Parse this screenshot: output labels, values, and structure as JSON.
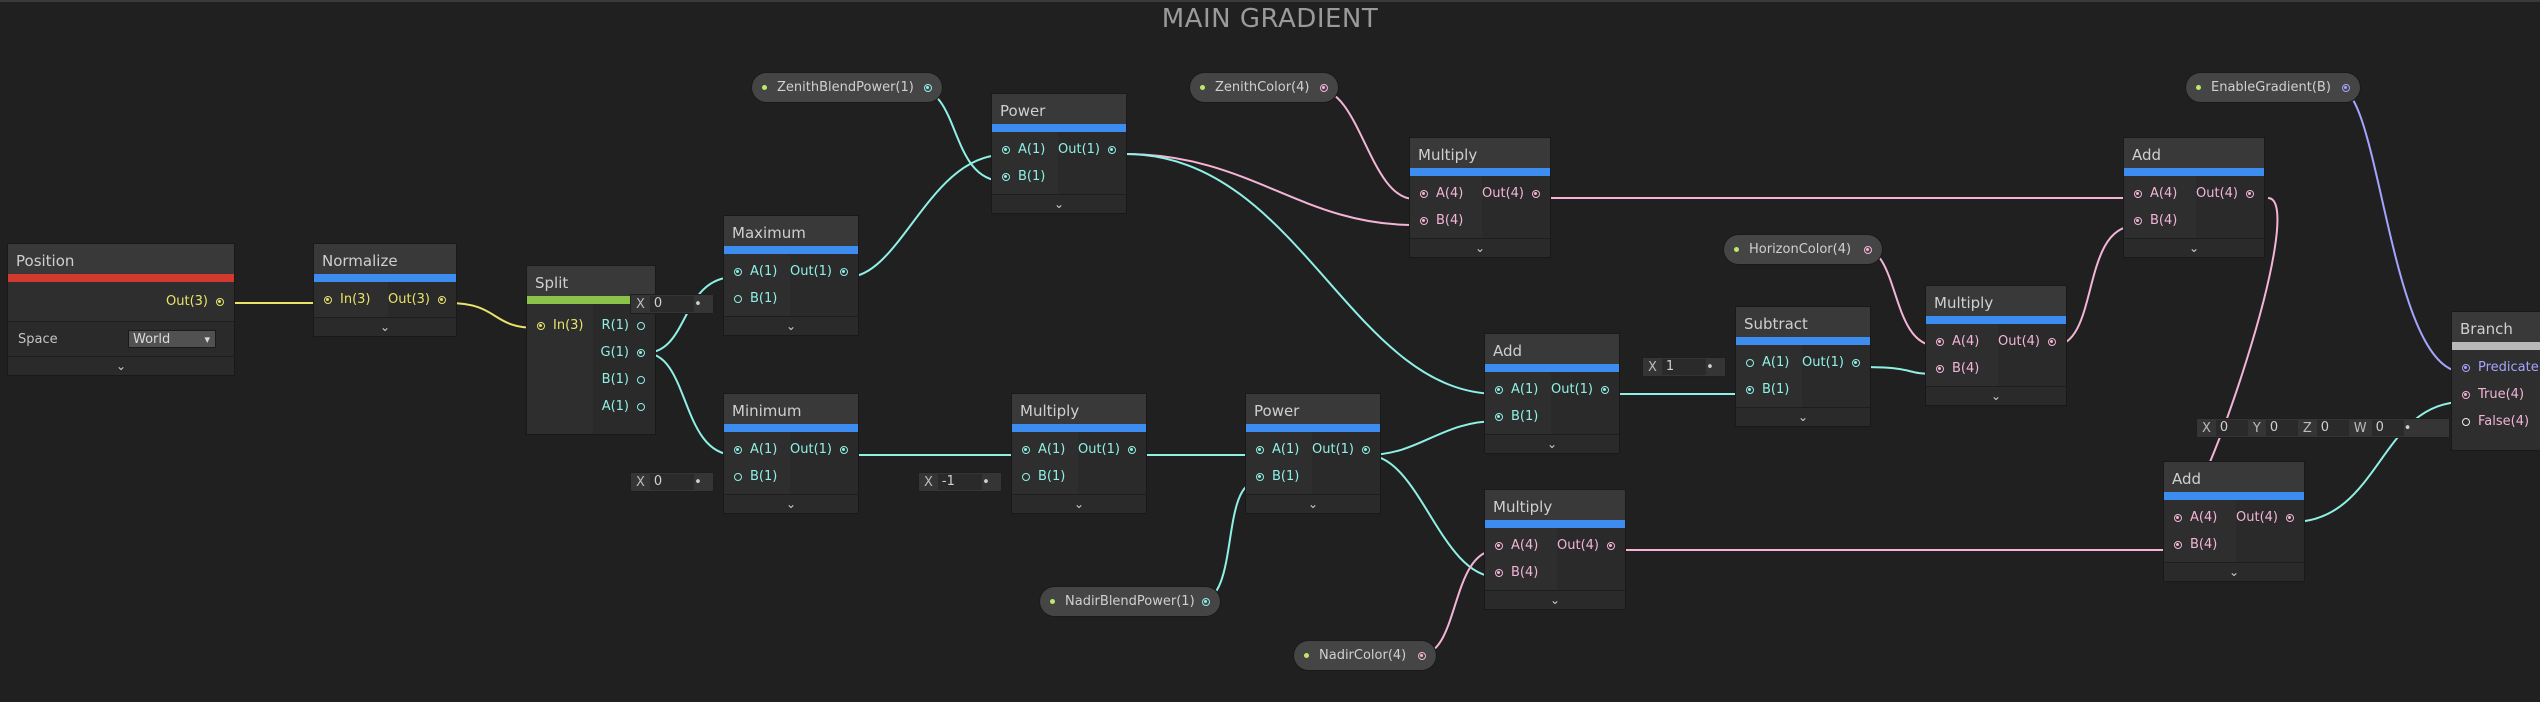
{
  "graph": {
    "title": "MAIN GRADIENT"
  },
  "colors": {
    "yellow": "#e9e36a",
    "cyan": "#8ff0e6",
    "pink": "#f3b4d8",
    "violet": "#a4a4ff",
    "red_bar": "#d23a2f",
    "green_bar": "#8bc34a",
    "blue_bar": "#3d8cf0",
    "gray_bar": "#b8b8b8"
  },
  "footer_icon": "chevron-down-icon",
  "nodes": {
    "position": {
      "title": "Position",
      "out": "Out(3)",
      "space_label": "Space",
      "space_value": "World"
    },
    "normalize": {
      "title": "Normalize",
      "in": "In(3)",
      "out": "Out(3)"
    },
    "split": {
      "title": "Split",
      "in": "In(3)",
      "r": "R(1)",
      "g": "G(1)",
      "b": "B(1)",
      "a": "A(1)"
    },
    "maximum": {
      "title": "Maximum",
      "a": "A(1)",
      "b": "B(1)",
      "out": "Out(1)"
    },
    "minimum": {
      "title": "Minimum",
      "a": "A(1)",
      "b": "B(1)",
      "out": "Out(1)"
    },
    "power_top": {
      "title": "Power",
      "a": "A(1)",
      "b": "B(1)",
      "out": "Out(1)"
    },
    "multiply_mid": {
      "title": "Multiply",
      "a": "A(1)",
      "b": "B(1)",
      "out": "Out(1)"
    },
    "power_bottom": {
      "title": "Power",
      "a": "A(1)",
      "b": "B(1)",
      "out": "Out(1)"
    },
    "multiply_zenith": {
      "title": "Multiply",
      "a": "A(4)",
      "b": "B(4)",
      "out": "Out(4)"
    },
    "add_mid": {
      "title": "Add",
      "a": "A(1)",
      "b": "B(1)",
      "out": "Out(1)"
    },
    "multiply_nadir": {
      "title": "Multiply",
      "a": "A(4)",
      "b": "B(4)",
      "out": "Out(4)"
    },
    "subtract": {
      "title": "Subtract",
      "a": "A(1)",
      "b": "B(1)",
      "out": "Out(1)"
    },
    "multiply_horizon": {
      "title": "Multiply",
      "a": "A(4)",
      "b": "B(4)",
      "out": "Out(4)"
    },
    "add_top": {
      "title": "Add",
      "a": "A(4)",
      "b": "B(4)",
      "out": "Out(4)"
    },
    "add_bottom": {
      "title": "Add",
      "a": "A(4)",
      "b": "B(4)",
      "out": "Out(4)"
    },
    "branch": {
      "title": "Branch",
      "predicate": "Predicate(",
      "true": "True(4)",
      "false": "False(4)"
    }
  },
  "properties": {
    "zenith_blend": "ZenithBlendPower(1)",
    "zenith_color": "ZenithColor(4)",
    "enable_gradient": "EnableGradient(B)",
    "horizon_color": "HorizonColor(4)",
    "nadir_blend": "NadirBlendPower(1)",
    "nadir_color": "NadirColor(4)"
  },
  "inline_inputs": {
    "max_b": {
      "label": "X",
      "value": "0"
    },
    "min_b": {
      "label": "X",
      "value": "0"
    },
    "mul_b": {
      "label": "X",
      "value": "-1"
    },
    "sub_a": {
      "label": "X",
      "value": "1"
    },
    "branch_false": [
      {
        "label": "X",
        "value": "0"
      },
      {
        "label": "Y",
        "value": "0"
      },
      {
        "label": "Z",
        "value": "0"
      },
      {
        "label": "W",
        "value": "0"
      }
    ]
  },
  "chevron": "⌄"
}
